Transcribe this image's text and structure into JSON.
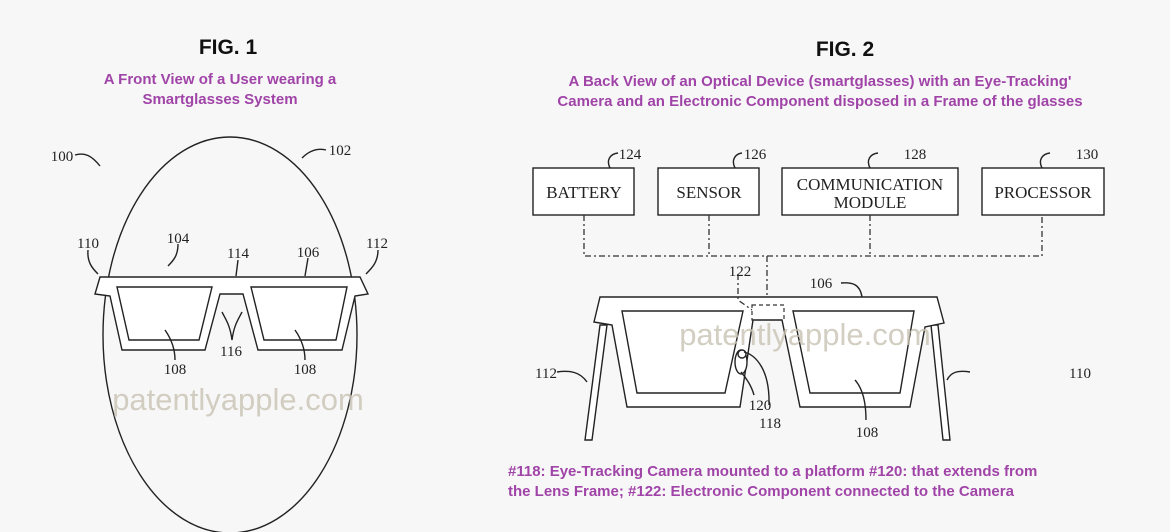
{
  "fig1": {
    "title": "FIG. 1",
    "caption": [
      "A Front View of a User wearing a",
      "Smartglasses System"
    ],
    "refs": {
      "r100": "100",
      "r102": "102",
      "r104": "104",
      "r106": "106",
      "r108a": "108",
      "r108b": "108",
      "r110": "110",
      "r112": "112",
      "r114": "114",
      "r116": "116"
    }
  },
  "fig2": {
    "title": "FIG. 2",
    "caption": [
      "A Back View of an Optical Device (smartglasses) with an Eye-Tracking'",
      "Camera and an Electronic Component disposed in a Frame of the glasses"
    ],
    "boxes": [
      {
        "label": "BATTERY",
        "ref": "124"
      },
      {
        "label": "SENSOR",
        "ref": "126"
      },
      {
        "label": [
          "COMMUNICATION",
          "MODULE"
        ],
        "ref": "128"
      },
      {
        "label": "PROCESSOR",
        "ref": "130"
      }
    ],
    "refs": {
      "r106": "106",
      "r108": "108",
      "r110": "110",
      "r112": "112",
      "r118": "118",
      "r120": "120",
      "r122": "122"
    },
    "note": [
      "#118: Eye-Tracking Camera mounted to a platform #120: that extends from",
      "the Lens Frame; #122: Electronic Component connected to the Camera"
    ]
  },
  "watermark": "patentlyapple.com"
}
